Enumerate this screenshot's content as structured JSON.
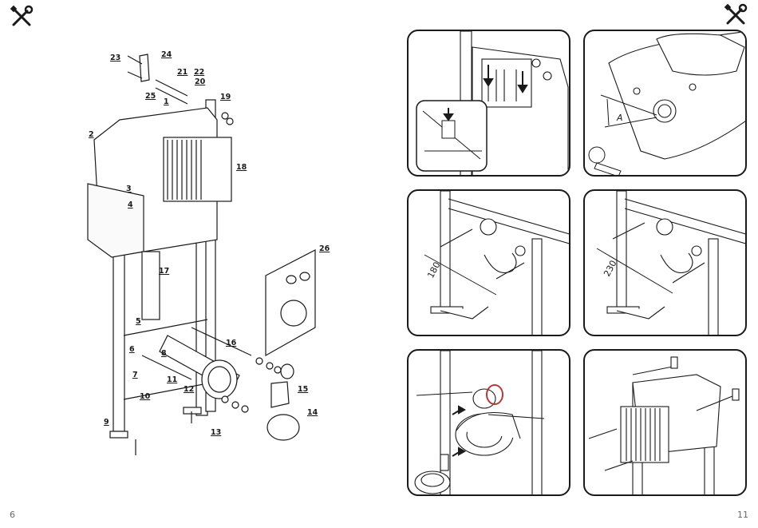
{
  "pages": {
    "left_number": "6",
    "right_number": "11"
  },
  "icons": {
    "left": "wrench-screwdriver-icon",
    "right": "wrench-screwdriver-icon"
  },
  "callouts": [
    "1",
    "2",
    "3",
    "4",
    "5",
    "6",
    "7",
    "8",
    "9",
    "10",
    "11",
    "12",
    "13",
    "14",
    "15",
    "16",
    "17",
    "18",
    "19",
    "20",
    "21",
    "22",
    "23",
    "24",
    "25",
    "26"
  ],
  "steps": {
    "step2_dimension": "A",
    "step3_dimension": "180",
    "step4_dimension": "230"
  },
  "colors": {
    "line": "#1a1a1a",
    "accent": "#b23a3a"
  }
}
